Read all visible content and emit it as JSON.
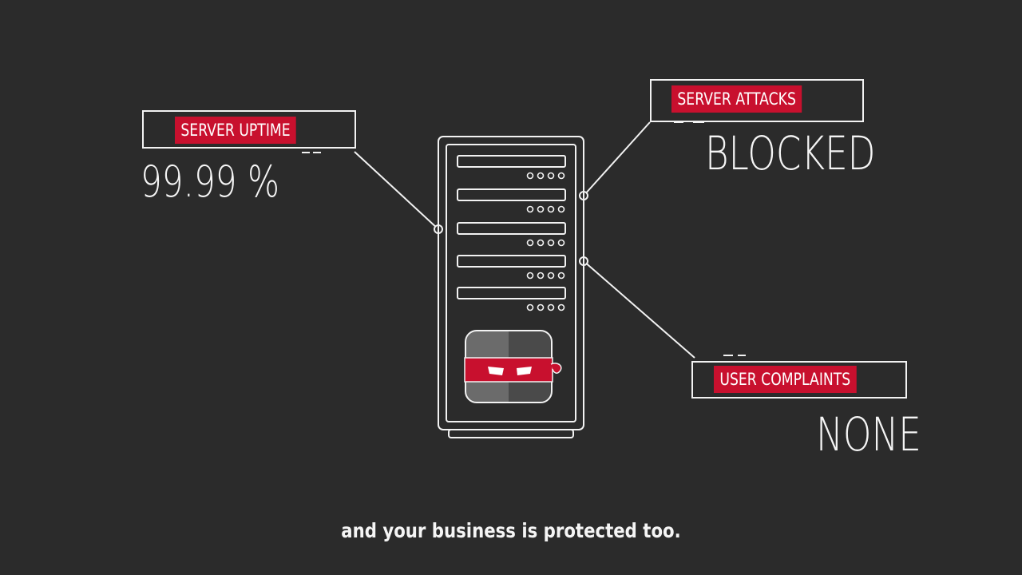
{
  "callouts": {
    "server_uptime": {
      "label": "SERVER UPTIME",
      "value": "99.99 %"
    },
    "server_attacks": {
      "label": "SERVER ATTACKS",
      "value": "BLOCKED"
    },
    "user_complaints": {
      "label": "USER COMPLAINTS",
      "value": "NONE"
    }
  },
  "subtitle": "and your business is protected too.",
  "colors": {
    "background": "#2b2b2b",
    "accent": "#c8102e",
    "line": "#f2f2f2",
    "mascot_gray": "#6b6b6b"
  },
  "icons": {
    "server": "server-tower-icon",
    "mascot": "ninja-mascot-icon"
  }
}
